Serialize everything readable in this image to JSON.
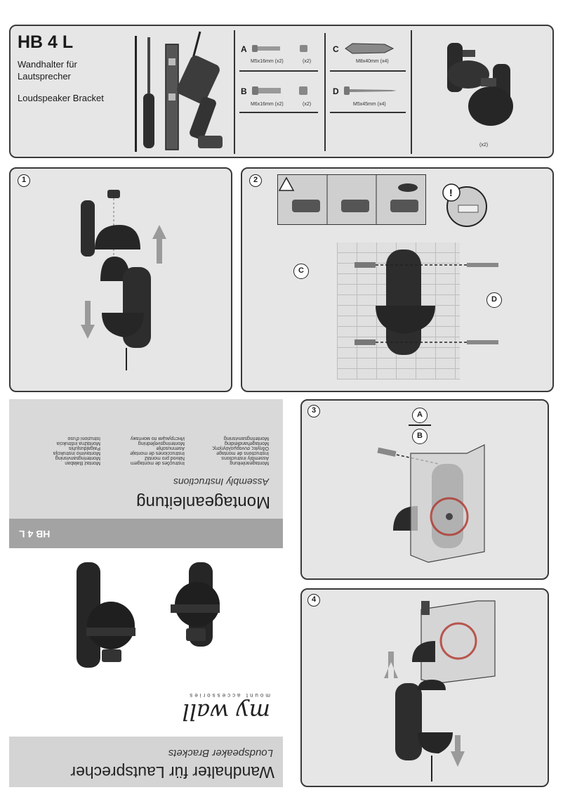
{
  "header": {
    "model": "HB 4 L",
    "title_de_line1": "Wandhalter für",
    "title_de_line2": "Lautsprecher",
    "title_en": "Loudspeaker Bracket"
  },
  "hardware": {
    "A": {
      "letter": "A",
      "screw_spec": "M5x16mm (x2)",
      "nut_qty": "(x2)"
    },
    "B": {
      "letter": "B",
      "screw_spec": "M6x16mm (x2)",
      "nut_qty": "(x2)"
    },
    "C": {
      "letter": "C",
      "spec": "M8x40mm (x4)"
    },
    "D": {
      "letter": "D",
      "spec": "M5x45mm (x4)"
    }
  },
  "bracket_qty": "(x2)",
  "steps": [
    {
      "num": "1"
    },
    {
      "num": "2",
      "callout_c": "C",
      "callout_d": "D"
    },
    {
      "num": "3",
      "callout_a": "A",
      "callout_b": "B"
    },
    {
      "num": "4"
    }
  ],
  "cover": {
    "model_band": "HB 4 L",
    "title": "Montageanleitung",
    "subtitle": "Assembly Instructions",
    "languages": [
      [
        "Montageanleitung",
        "Instruções de montagem",
        "Montaż Bałaban"
      ],
      [
        "Assembly instructions",
        "Návod pro montáž",
        "Monteringsanvisning"
      ],
      [
        "Instructions de montage",
        "Instrucciones de montaje",
        "Montavimo instrukcija"
      ],
      [
        "Οδηγίες συναρμολόγησης",
        "Asennusohje",
        "Paigaldusjuhis"
      ],
      [
        "Montagehandleiding",
        "Monteringsvejledning",
        "Montážna inštrukcia"
      ],
      [
        "Monteringsanvisning",
        "Инструкция по монтажу",
        "Istruzioni d'uso"
      ]
    ],
    "brand": "my wall",
    "brand_tagline": "mount accessories",
    "product_title": "Wandhalter für Lautsprecher",
    "product_subtitle": "Loudspeaker Brackets"
  },
  "colors": {
    "panel_bg": "#e6e6e6",
    "border": "#3a3a3a",
    "band_gray": "#a3a3a3",
    "arrow_gray": "#9a9a9a"
  }
}
